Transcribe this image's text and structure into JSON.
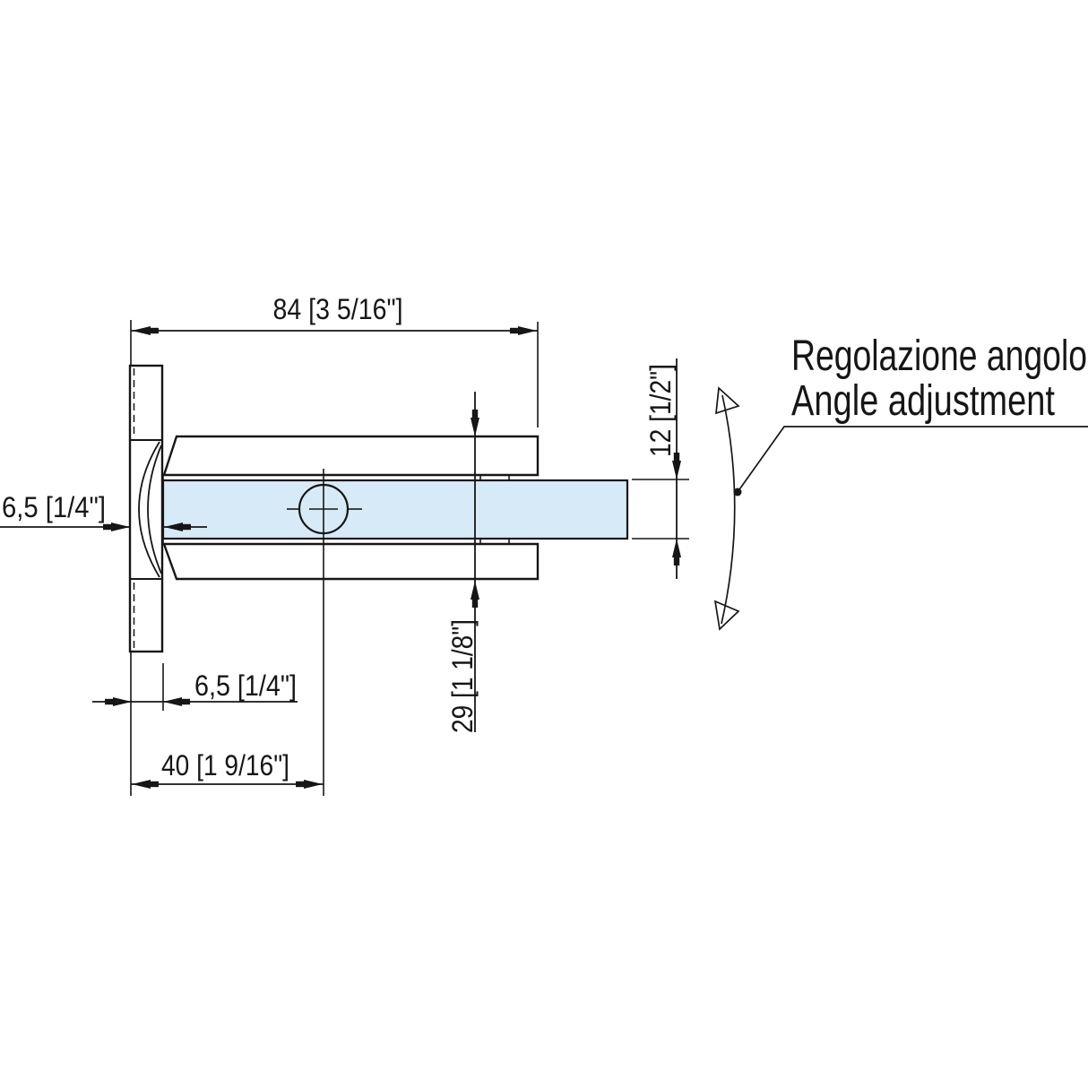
{
  "drawing": {
    "type": "technical-drawing-glass-clamp-side-view",
    "callout": {
      "line1": "Regolazione angolo",
      "line2": "Angle adjustment"
    },
    "dimensions": {
      "total_width": "84 [3 5/16\"]",
      "glass_thickness": "12 [1/2\"]",
      "wall_plate_thickness_upper": "6,5 [1/4\"]",
      "wall_plate_thickness_lower": "6,5 [1/4\"]",
      "hole_offset": "40 [1 9/16\"]",
      "body_height": "29 [1 1/8\"]"
    },
    "colors": {
      "line": "#161616",
      "glass_fill": "#d7eaf7",
      "background": "#ffffff"
    }
  }
}
